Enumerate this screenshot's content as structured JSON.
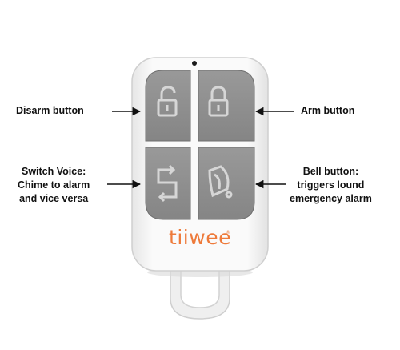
{
  "labels": {
    "disarm": "Disarm button",
    "arm": "Arm button",
    "switch_voice": [
      "Switch Voice:",
      "Chime to alarm",
      "and vice versa"
    ],
    "bell": [
      "Bell button:",
      "triggers lound",
      "emergency alarm"
    ]
  },
  "device": {
    "brand": "tiiwee",
    "brand_mark": "®",
    "body_color": "#f4f4f4",
    "button_color": "#8c8c8c",
    "icon_color": "#d8d8d8",
    "brand_color": "#ee7a3a",
    "buttons": [
      {
        "name": "disarm",
        "icon": "unlock-icon"
      },
      {
        "name": "arm",
        "icon": "lock-icon"
      },
      {
        "name": "switch-voice",
        "icon": "switch-icon"
      },
      {
        "name": "bell",
        "icon": "bell-icon"
      }
    ]
  }
}
